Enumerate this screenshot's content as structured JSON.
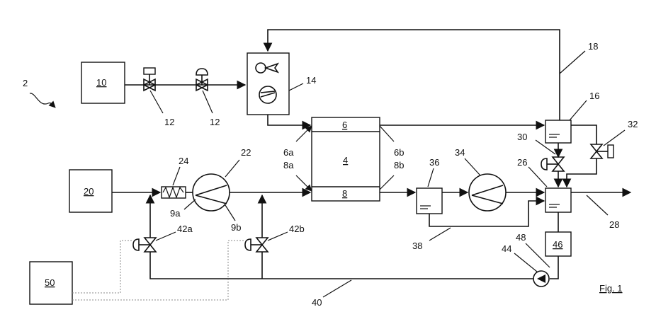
{
  "figure": {
    "caption": "Fig. 1",
    "system_ref": "2"
  },
  "components": {
    "c10": "10",
    "c4": "4",
    "c6": "6",
    "c8": "8",
    "c14": "14",
    "c16": "16",
    "c20": "20",
    "c46": "46",
    "c50": "50"
  },
  "labels": {
    "l12a": "12",
    "l12b": "12",
    "l14": "14",
    "l16": "16",
    "l18": "18",
    "l22": "22",
    "l24": "24",
    "l26": "26",
    "l28": "28",
    "l30": "30",
    "l32": "32",
    "l34": "34",
    "l36": "36",
    "l38": "38",
    "l40": "40",
    "l42a": "42a",
    "l42b": "42b",
    "l44": "44",
    "l48": "48",
    "l6a": "6a",
    "l8a": "8a",
    "l6b": "6b",
    "l8b": "8b",
    "l9a": "9a",
    "l9b": "9b"
  }
}
